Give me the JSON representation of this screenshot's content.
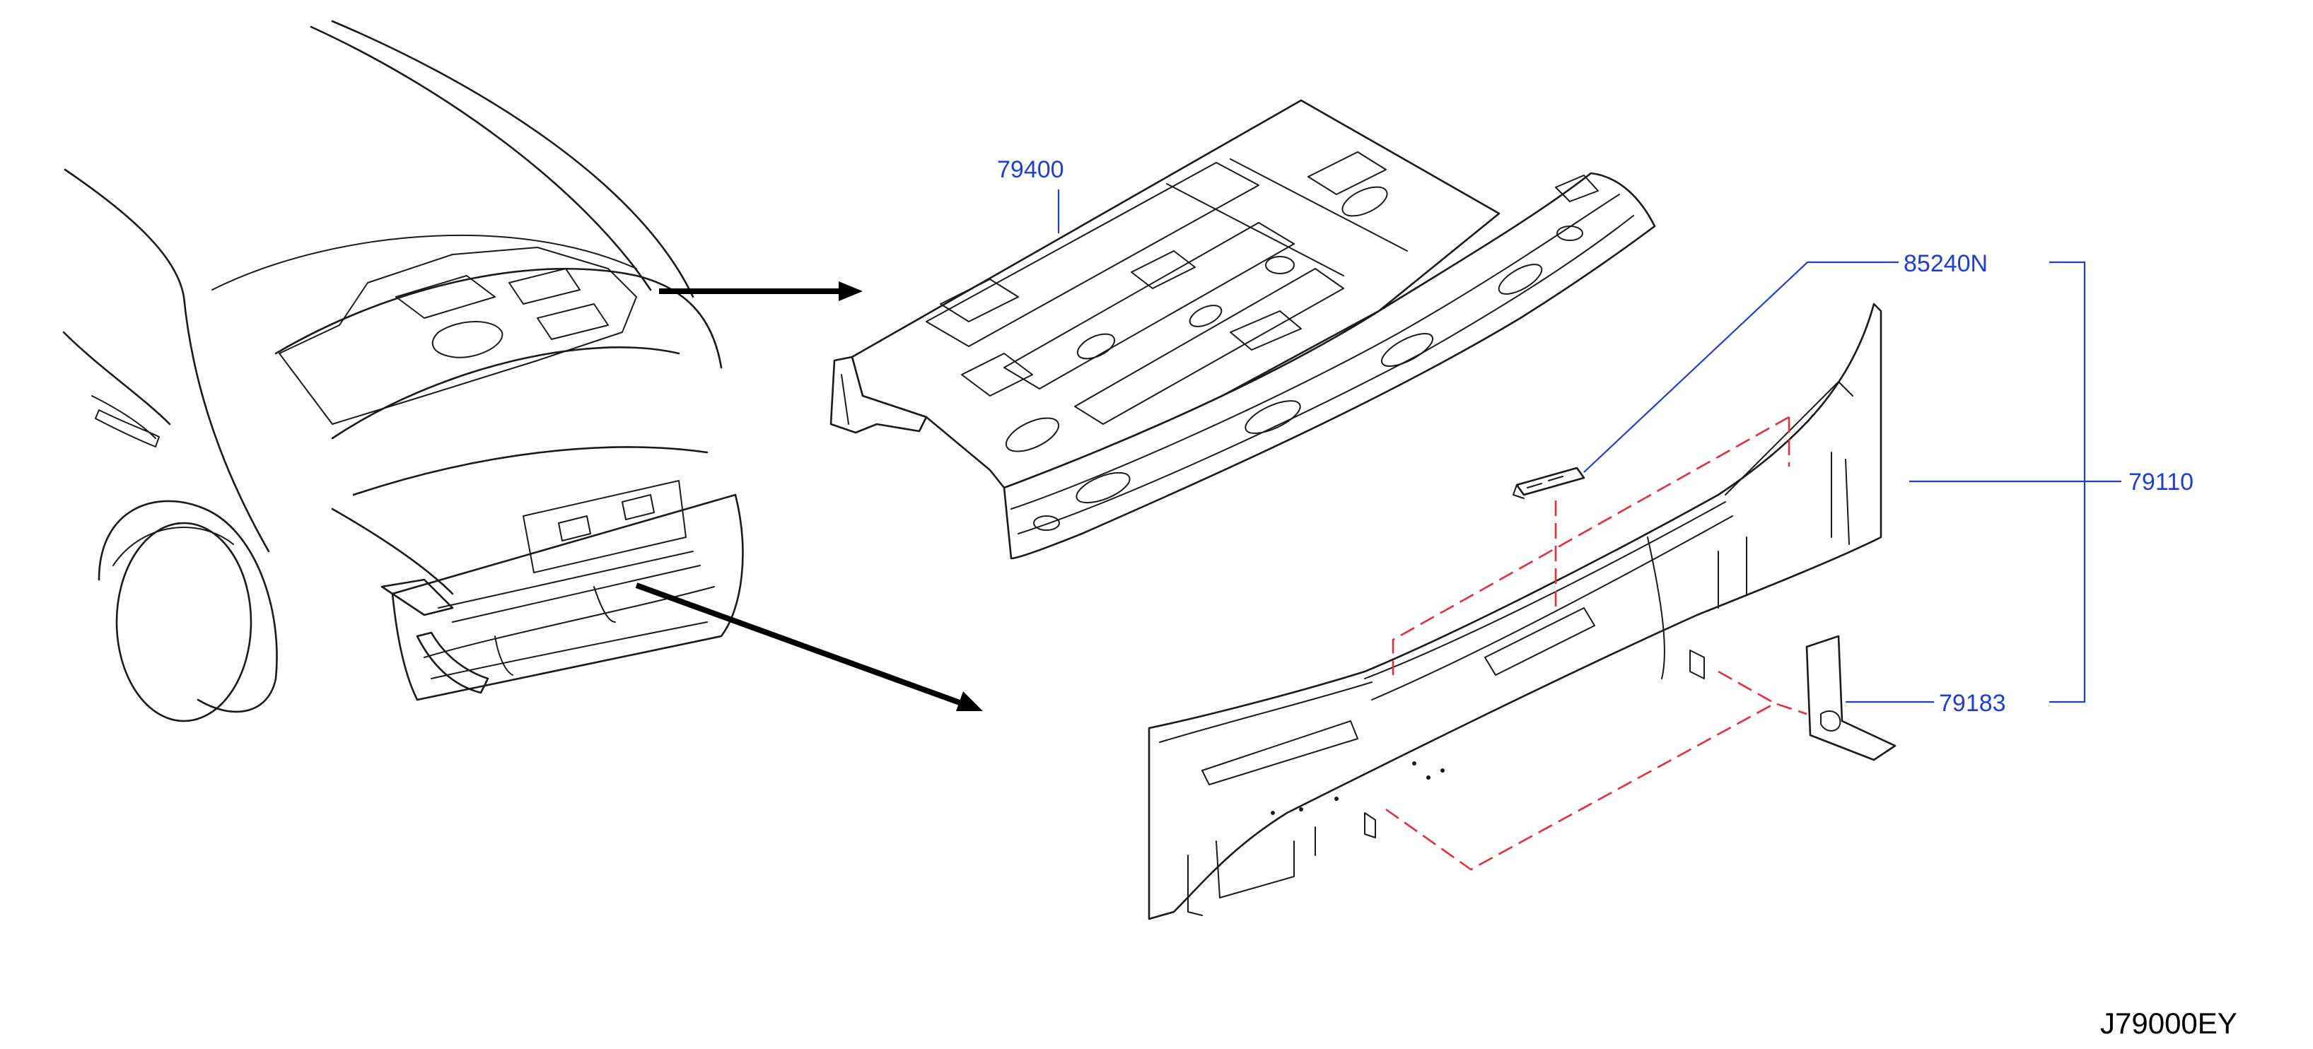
{
  "diagram_code": "J79000EY",
  "callouts": {
    "rear_parcel_shelf": "79400",
    "rear_panel": "79110",
    "bracket": "85240N",
    "reinforcement": "79183"
  },
  "colors": {
    "callout_text": "#1f3fd0",
    "leader_lines": "#1f3fd0",
    "dashed_guides": "#e0303a",
    "line_art": "#1a1a1a"
  }
}
